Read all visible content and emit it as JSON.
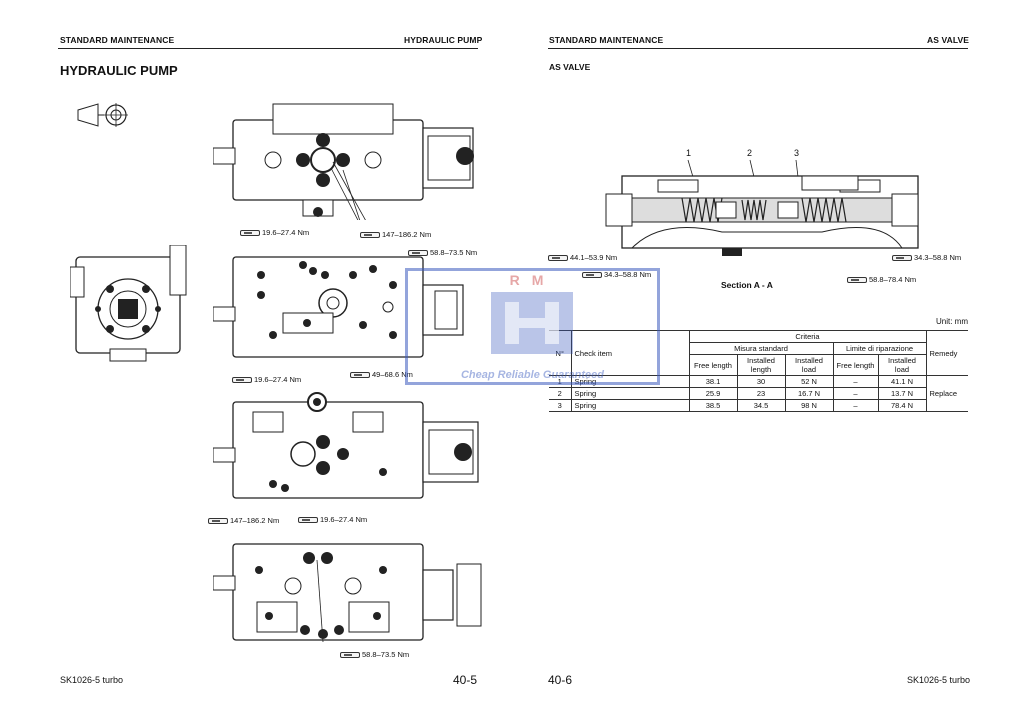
{
  "left_page": {
    "header_left": "STANDARD MAINTENANCE",
    "header_right": "HYDRAULIC PUMP",
    "title": "HYDRAULIC PUMP",
    "torques": [
      "19.6–27.4 Nm",
      "147–186.2 Nm",
      "58.8–73.5 Nm",
      "49–68.6 Nm",
      "19.6–27.4 Nm",
      "147–186.2 Nm",
      "19.6–27.4 Nm",
      "58.8–73.5 Nm"
    ],
    "footer_model": "SK1026-5 turbo",
    "page_number": "40-5"
  },
  "right_page": {
    "header_left": "STANDARD MAINTENANCE",
    "header_right": "AS VALVE",
    "subtitle": "AS VALVE",
    "part_numbers": [
      "1",
      "2",
      "3"
    ],
    "torques": [
      "44.1–53.9 Nm",
      "34.3–58.8 Nm",
      "34.3–58.8 Nm",
      "58.8–78.4 Nm"
    ],
    "section_label": "Section  A - A",
    "unit_label": "Unit: mm",
    "table": {
      "head": {
        "no": "N°",
        "check_item": "Check item",
        "criteria": "Criteria",
        "standard": "Misura standard",
        "limit": "Limite di riparazione",
        "remedy": "Remedy",
        "free_length": "Free length",
        "installed_length": "Installed length",
        "installed_load": "Installed load",
        "free_length_2": "Free length",
        "installed_load_2": "Installed load"
      },
      "rows": [
        {
          "no": "1",
          "item": "Spring",
          "free": "38.1",
          "inst_len": "30",
          "inst_load": "52 N",
          "lim_free": "–",
          "lim_load": "41.1 N"
        },
        {
          "no": "2",
          "item": "Spring",
          "free": "25.9",
          "inst_len": "23",
          "inst_load": "16.7 N",
          "lim_free": "–",
          "lim_load": "13.7 N"
        },
        {
          "no": "3",
          "item": "Spring",
          "free": "38.5",
          "inst_len": "34.5",
          "inst_load": "98 N",
          "lim_free": "–",
          "lim_load": "78.4 N"
        }
      ],
      "remedy": "Replace"
    },
    "footer_model": "SK1026-5 turbo",
    "page_number": "40-6"
  },
  "watermark": {
    "letters": "RM",
    "text": "Cheap Reliable Guaranteed"
  }
}
